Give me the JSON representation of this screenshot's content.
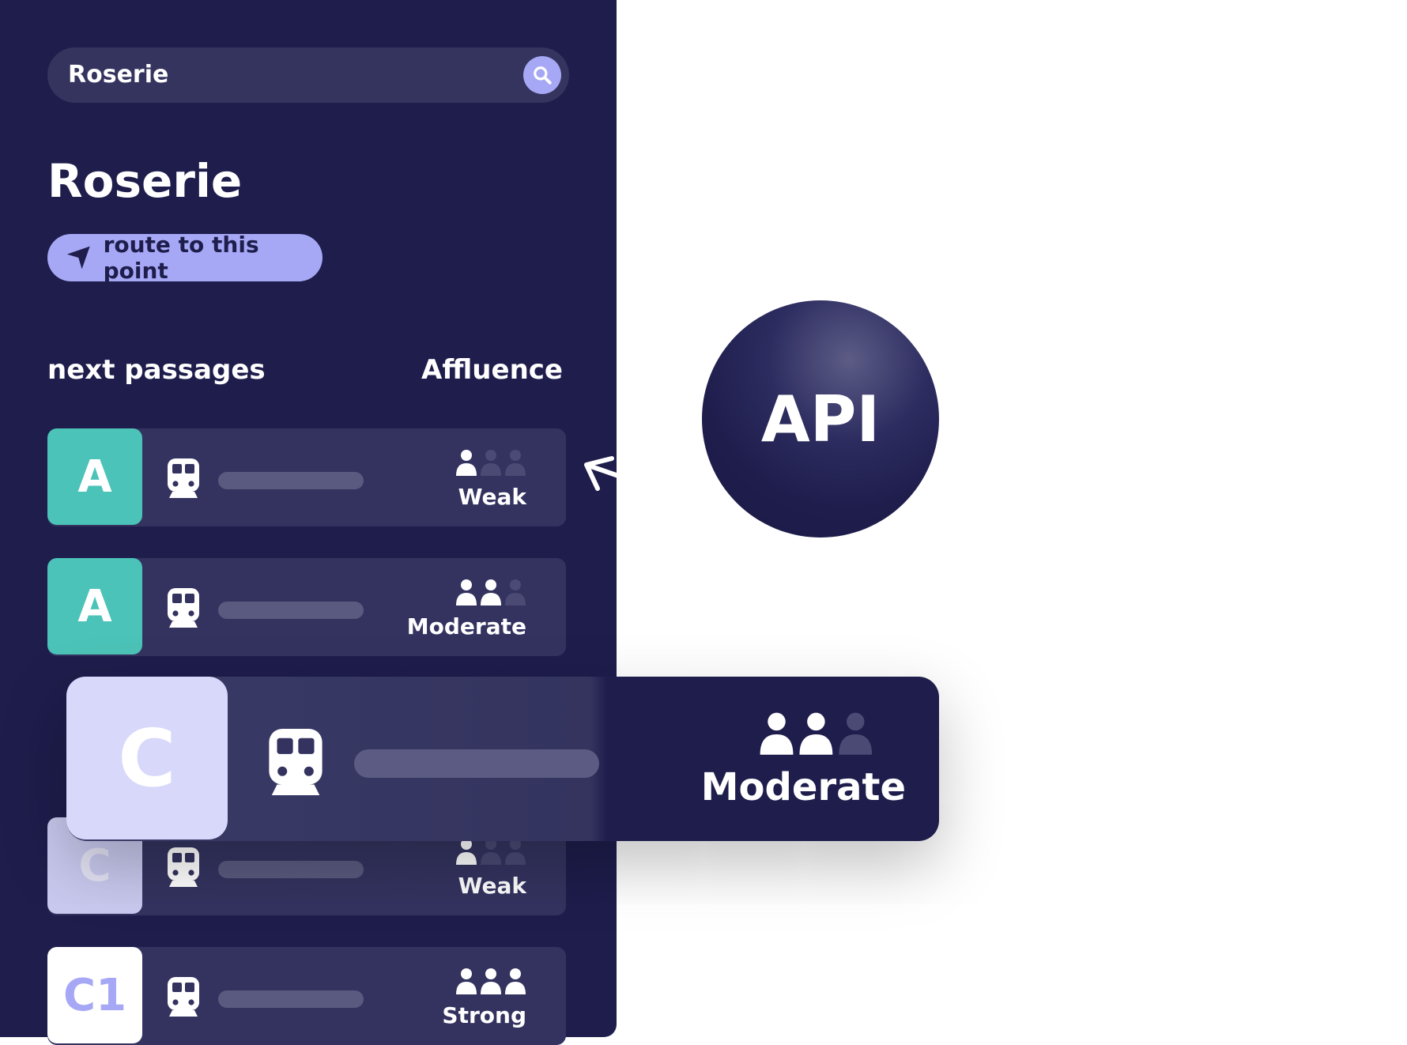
{
  "search": {
    "value": "Roserie"
  },
  "stop": {
    "title": "Roserie",
    "route_label": "route to this point"
  },
  "sections": {
    "left": "next passages",
    "right": "Affluence"
  },
  "passages": [
    {
      "line": "A",
      "affluence": "Weak",
      "level": 1,
      "badge_bg": "#4cc3b8",
      "badge_fg": "#ffffff"
    },
    {
      "line": "A",
      "affluence": "Moderate",
      "level": 2,
      "badge_bg": "#4cc3b8",
      "badge_fg": "#ffffff"
    },
    {
      "line": "C",
      "affluence": "Weak",
      "level": 1,
      "badge_bg": "#c9c9ef",
      "badge_fg": "#e3e3f5"
    },
    {
      "line": "C1",
      "affluence": "Strong",
      "level": 3,
      "badge_bg": "#ffffff",
      "badge_fg": "#a6a8f5"
    }
  ],
  "featured": {
    "line": "C",
    "affluence": "Moderate",
    "level": 2
  },
  "api": {
    "label": "API"
  },
  "colors": {
    "panel": "#1e1d4c",
    "row": "#343360",
    "accent": "#a6a8f5",
    "teal": "#4cc3b8"
  }
}
